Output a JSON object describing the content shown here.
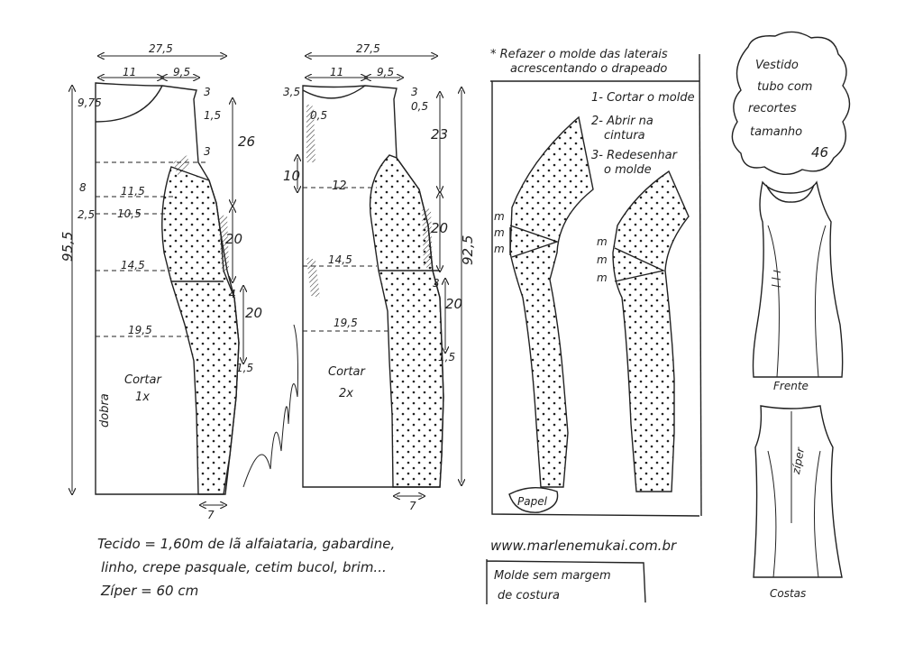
{
  "pattern_front": {
    "top_width": "27,5",
    "neck_width": "11",
    "shoulder_width": "9,5",
    "neck_depth": "9,75",
    "shoulder_drop": "3",
    "armhole_gap": "1,5",
    "armhole_top": "3",
    "bust_length": "26",
    "waist_offset": "8",
    "hip_line_offset": "2,5",
    "width_bust": "11,5",
    "width_under_bust": "10,5",
    "width_waist": "14,5",
    "width_hip": "19,5",
    "waist_section": "20",
    "hip_section": "20",
    "small_1": "4",
    "small_2": "1,5",
    "hem_width": "7",
    "total_length": "95,5",
    "fold_label": "dobra",
    "cut_label": "Cortar",
    "cut_count": "1x"
  },
  "pattern_back": {
    "top_width": "27,5",
    "neck_width": "11",
    "shoulder_width": "9,5",
    "neck_depth": "3,5",
    "neck_small": "0,5",
    "shoulder_drop": "3",
    "armhole_gap": "0,5",
    "length_upper": "23",
    "dart_length": "10",
    "width_bust": "12",
    "width_waist": "14,5",
    "width_hip": "19,5",
    "waist_section": "20",
    "hip_section": "20",
    "small_1": "3",
    "small_2": "1,5",
    "hem_width": "7",
    "total_length": "92,5",
    "cut_label": "Cortar",
    "cut_count": "2x"
  },
  "side_panels": {
    "note_line1": "* Refazer o molde das laterais",
    "note_line2": "acrescentando o drapeado",
    "step1": "1- Cortar o molde",
    "step2a": "2- Abrir na",
    "step2b": "cintura",
    "step3a": "3- Redesenhar",
    "step3b": "o molde",
    "fold_mark": "m",
    "paper_label": "Papel"
  },
  "title_block": {
    "line1": "Vestido",
    "line2": "tubo com",
    "line3": "recortes",
    "line4": "tamanho",
    "size": "46",
    "front_label": "Frente",
    "back_label": "Costas",
    "zipper_label": "zíper"
  },
  "footer": {
    "fabric_line1": "Tecido = 1,60m de lã alfaiataria, gabardine,",
    "fabric_line2": "linho, crepe pasquale, cetim bucol, brim...",
    "zipper_line": "Zíper = 60 cm",
    "website": "www.marlenemukai.com.br",
    "note_line1": "Molde sem margem",
    "note_line2": "de costura"
  },
  "colors": {
    "ink": "#222222",
    "paper": "#ffffff"
  }
}
